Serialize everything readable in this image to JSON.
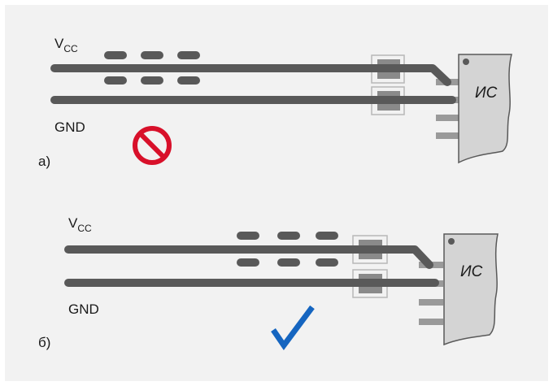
{
  "panels": [
    {
      "id": "a",
      "caption": "а)",
      "vcc_main": "V",
      "vcc_sub": "CC",
      "gnd": "GND",
      "chip": "ИС",
      "verdict": "prohibited"
    },
    {
      "id": "b",
      "caption": "б)",
      "vcc_main": "V",
      "vcc_sub": "CC",
      "gnd": "GND",
      "chip": "ИС",
      "verdict": "correct"
    }
  ],
  "colors": {
    "background": "#f2f2f2",
    "trace": "#595959",
    "pin": "#9a9a9a",
    "chip_body": "#d4d4d4",
    "capacitor_frame": "#b8b8b8",
    "prohibited": "#d8102a",
    "check": "#1565c0"
  }
}
